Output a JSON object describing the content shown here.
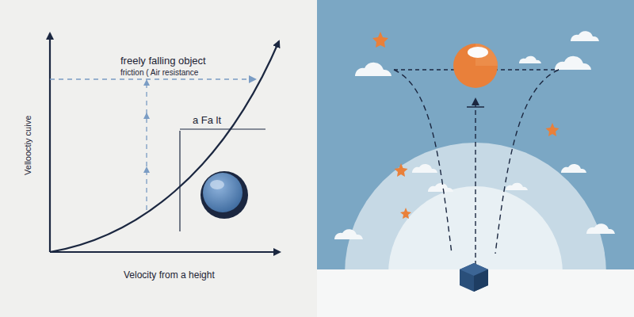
{
  "diagram": {
    "labels": [
      "freely falling object",
      "friction ( Air resistance",
      "Vellooctiy cuive",
      "a Fa lt",
      "Velocity from a height"
    ]
  }
}
